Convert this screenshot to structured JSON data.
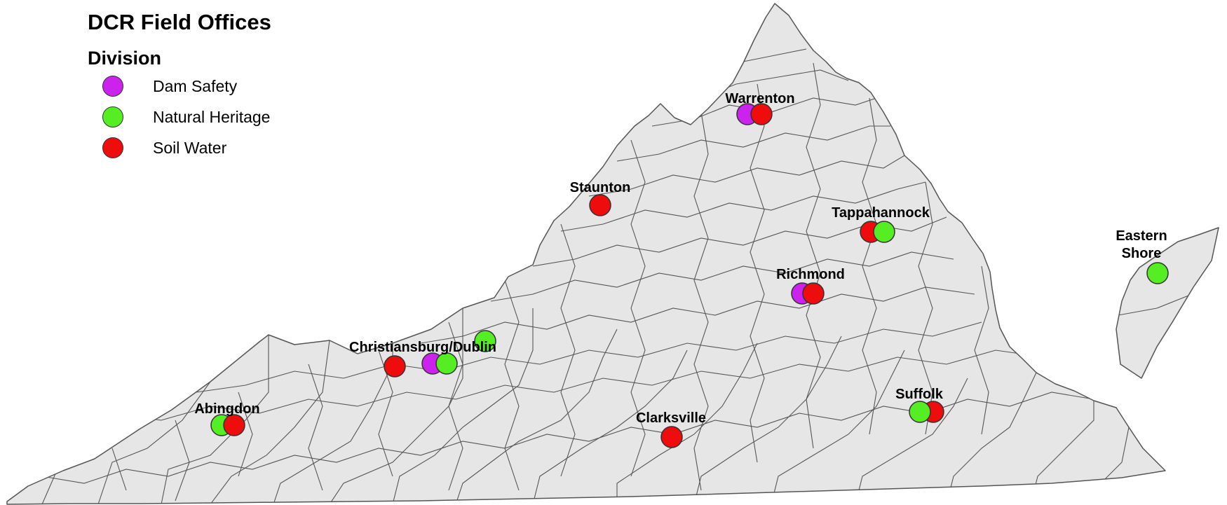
{
  "title": "DCR Field Offices",
  "legend": {
    "heading": "Division",
    "items": [
      {
        "key": "dam_safety",
        "label": "Dam Safety",
        "color": "#cc22ee"
      },
      {
        "key": "natural_heritage",
        "label": "Natural Heritage",
        "color": "#55ee22"
      },
      {
        "key": "soil_water",
        "label": "Soil Water",
        "color": "#ee0c0c"
      }
    ]
  },
  "map": {
    "region": "Virginia",
    "boundaries": "counties",
    "land_color": "#e6e6e6",
    "border_color": "#555555"
  },
  "offices": [
    {
      "name": "Warrenton",
      "divisions": [
        "dam_safety",
        "soil_water"
      ]
    },
    {
      "name": "Staunton",
      "divisions": [
        "soil_water"
      ]
    },
    {
      "name": "Tappahannock",
      "divisions": [
        "soil_water",
        "natural_heritage"
      ]
    },
    {
      "name": "Eastern Shore",
      "divisions": [
        "natural_heritage"
      ]
    },
    {
      "name": "Richmond",
      "divisions": [
        "dam_safety",
        "soil_water"
      ]
    },
    {
      "name": "Christiansburg/Dublin",
      "divisions": [
        "soil_water",
        "dam_safety",
        "natural_heritage",
        "natural_heritage"
      ]
    },
    {
      "name": "Abingdon",
      "divisions": [
        "natural_heritage",
        "soil_water"
      ]
    },
    {
      "name": "Clarksville",
      "divisions": [
        "soil_water"
      ]
    },
    {
      "name": "Suffolk",
      "divisions": [
        "soil_water",
        "natural_heritage"
      ]
    }
  ]
}
